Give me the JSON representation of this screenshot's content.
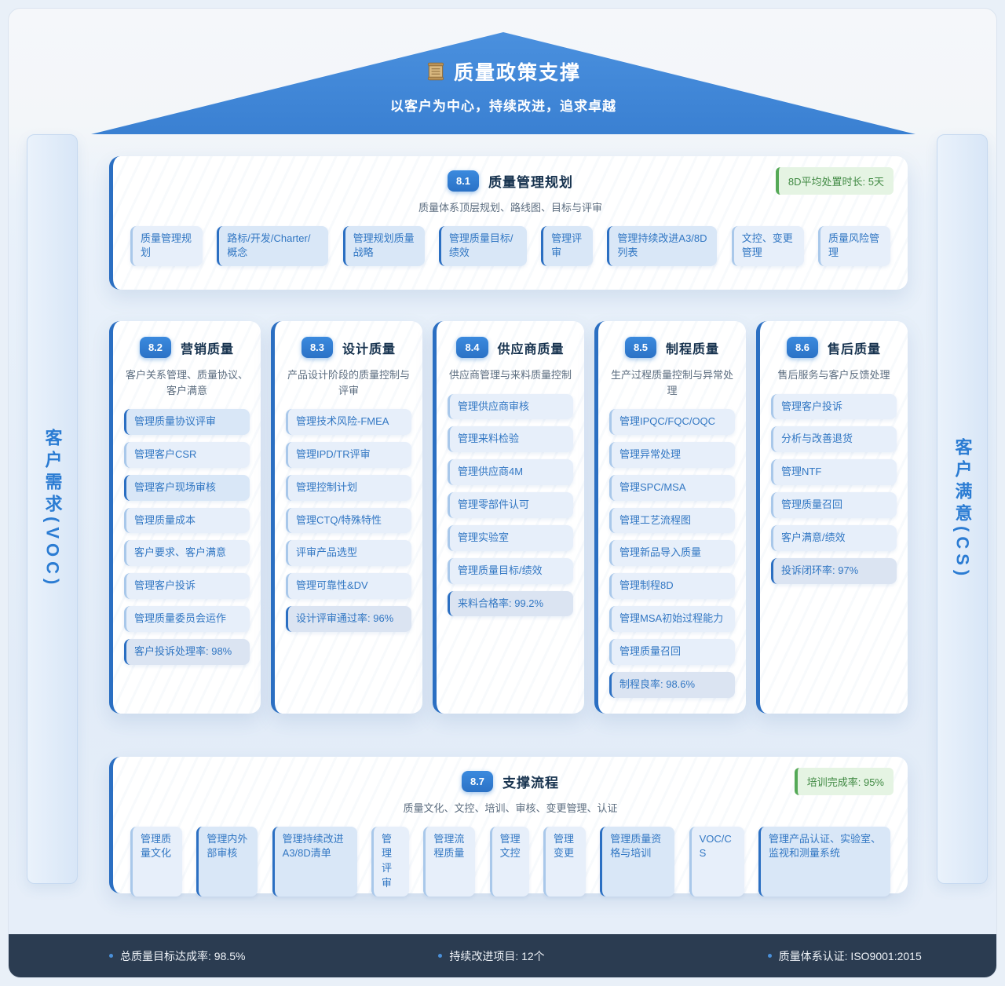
{
  "roof": {
    "icon": "scroll-icon",
    "title": "质量政策支撑",
    "subtitle": "以客户为中心，持续改进，追求卓越"
  },
  "pillars": {
    "left": "客户需求(VOC)",
    "right": "客户满意(CS)"
  },
  "planning": {
    "code": "8.1",
    "title": "质量管理规划",
    "subtitle": "质量体系顶层规划、路线图、目标与评审",
    "kpi_badge": "8D平均处置时长: 5天",
    "items": [
      {
        "label": "质量管理规划",
        "hl": false
      },
      {
        "label": "路标/开发/Charter/概念",
        "hl": true
      },
      {
        "label": "管理规划质量战略",
        "hl": true
      },
      {
        "label": "管理质量目标/绩效",
        "hl": true
      },
      {
        "label": "管理评审",
        "hl": true
      },
      {
        "label": "管理持续改进A3/8D列表",
        "hl": true
      },
      {
        "label": "文控、变更管理",
        "hl": false
      },
      {
        "label": "质量风险管理",
        "hl": false
      }
    ]
  },
  "columns": [
    {
      "code": "8.2",
      "title": "营销质量",
      "subtitle": "客户关系管理、质量协议、客户满意",
      "items": [
        {
          "label": "管理质量协议评审",
          "hl": true
        },
        {
          "label": "管理客户CSR",
          "hl": false
        },
        {
          "label": "管理客户现场审核",
          "hl": true
        },
        {
          "label": "管理质量成本",
          "hl": false
        },
        {
          "label": "客户要求、客户满意",
          "hl": false
        },
        {
          "label": "管理客户投诉",
          "hl": false
        },
        {
          "label": "管理质量委员会运作",
          "hl": false
        },
        {
          "label": "客户投诉处理率: 98%",
          "metric": true
        }
      ]
    },
    {
      "code": "8.3",
      "title": "设计质量",
      "subtitle": "产品设计阶段的质量控制与评审",
      "items": [
        {
          "label": "管理技术风险-FMEA",
          "hl": false
        },
        {
          "label": "管理IPD/TR评审",
          "hl": false
        },
        {
          "label": "管理控制计划",
          "hl": false
        },
        {
          "label": "管理CTQ/特殊特性",
          "hl": false
        },
        {
          "label": "评审产品选型",
          "hl": false
        },
        {
          "label": "管理可靠性&DV",
          "hl": false
        },
        {
          "label": "设计评审通过率: 96%",
          "metric": true
        }
      ]
    },
    {
      "code": "8.4",
      "title": "供应商质量",
      "subtitle": "供应商管理与来料质量控制",
      "items": [
        {
          "label": "管理供应商审核",
          "hl": false
        },
        {
          "label": "管理来料检验",
          "hl": false
        },
        {
          "label": "管理供应商4M",
          "hl": false
        },
        {
          "label": "管理零部件认可",
          "hl": false
        },
        {
          "label": "管理实验室",
          "hl": false
        },
        {
          "label": "管理质量目标/绩效",
          "hl": false
        },
        {
          "label": "来料合格率: 99.2%",
          "metric": true
        }
      ]
    },
    {
      "code": "8.5",
      "title": "制程质量",
      "subtitle": "生产过程质量控制与异常处理",
      "items": [
        {
          "label": "管理IPQC/FQC/OQC",
          "hl": false
        },
        {
          "label": "管理异常处理",
          "hl": false
        },
        {
          "label": "管理SPC/MSA",
          "hl": false
        },
        {
          "label": "管理工艺流程图",
          "hl": false
        },
        {
          "label": "管理新品导入质量",
          "hl": false
        },
        {
          "label": "管理制程8D",
          "hl": false
        },
        {
          "label": "管理MSA初始过程能力",
          "hl": false
        },
        {
          "label": "管理质量召回",
          "hl": false
        },
        {
          "label": "制程良率: 98.6%",
          "metric": true
        }
      ]
    },
    {
      "code": "8.6",
      "title": "售后质量",
      "subtitle": "售后服务与客户反馈处理",
      "items": [
        {
          "label": "管理客户投诉",
          "hl": false
        },
        {
          "label": "分析与改善退货",
          "hl": false
        },
        {
          "label": "管理NTF",
          "hl": false
        },
        {
          "label": "管理质量召回",
          "hl": false
        },
        {
          "label": "客户满意/绩效",
          "hl": false
        },
        {
          "label": "投诉闭环率: 97%",
          "metric": true
        }
      ]
    }
  ],
  "support": {
    "code": "8.7",
    "title": "支撑流程",
    "subtitle": "质量文化、文控、培训、审核、变更管理、认证",
    "kpi_badge": "培训完成率: 95%",
    "items": [
      {
        "label": "管理质量文化",
        "hl": false
      },
      {
        "label": "管理内外部审核",
        "hl": true
      },
      {
        "label": "管理持续改进A3/8D清单",
        "hl": true
      },
      {
        "label": "管理评审",
        "hl": false
      },
      {
        "label": "管理流程质量",
        "hl": false
      },
      {
        "label": "管理文控",
        "hl": false
      },
      {
        "label": "管理变更",
        "hl": false
      },
      {
        "label": "管理质量资格与培训",
        "hl": true
      },
      {
        "label": "VOC/CS",
        "hl": false
      },
      {
        "label": "管理产品认证、实验室、监视和测量系统",
        "hl": true
      }
    ]
  },
  "footer": {
    "stats": [
      "总质量目标达成率: 98.5%",
      "持续改进项目: 12个",
      "质量体系认证: ISO9001:2015"
    ]
  },
  "colors": {
    "accent": "#3e87d9",
    "accent_dark": "#2b6fc2",
    "chip_text": "#3277c3",
    "kpi_green": "#55a957",
    "footer_bg": "#2b3c51"
  }
}
